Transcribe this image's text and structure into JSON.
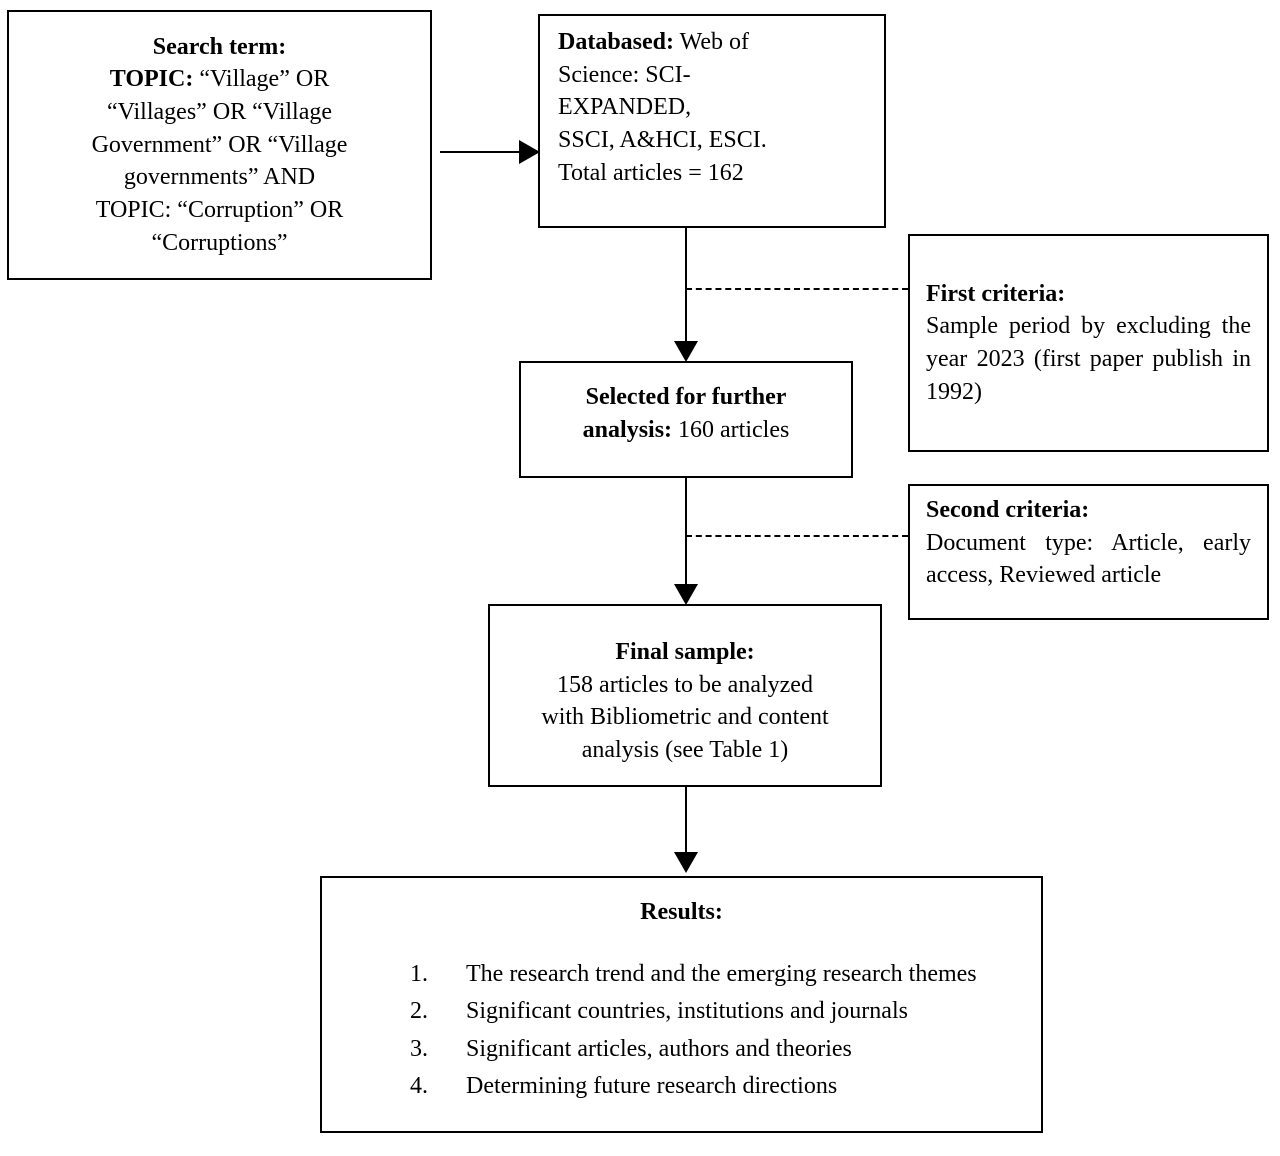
{
  "diagram": {
    "title": "Article selection flow diagram",
    "nodes": {
      "search_term": {
        "heading": "Search term:",
        "lines": [
          "TOPIC: “Village” OR",
          "“Villages” OR “Village",
          "Government” OR “Village",
          "governments” AND",
          "TOPIC: “Corruption” OR",
          "“Corruptions”"
        ],
        "bold_prefix": "TOPIC:"
      },
      "database": {
        "heading": "Databased:",
        "lines": [
          " Web of",
          "Science: SCI-",
          "EXPANDED,",
          "SSCI, A&HCI, ESCI.",
          "Total articles = 162"
        ],
        "total_articles": 162
      },
      "first_criteria": {
        "heading": "First criteria:",
        "body": "Sample period by excluding the year 2023 (first paper publish in 1992)",
        "excluded_year": 2023,
        "first_paper_year": 1992
      },
      "selected": {
        "heading": "Selected for further",
        "line2_bold": "analysis:",
        "line2_rest": " 160 articles",
        "article_count": 160
      },
      "second_criteria": {
        "heading": "Second criteria:",
        "body": "Document type: Article, early access, Reviewed article"
      },
      "final_sample": {
        "heading": "Final sample:",
        "lines": [
          "158 articles to be analyzed",
          "with Bibliometric  and content",
          "analysis (see Table 1)"
        ],
        "article_count": 158
      },
      "results": {
        "heading": "Results:",
        "items": [
          "The research trend and the emerging research themes",
          "Significant countries, institutions and journals",
          "Significant articles, authors and theories",
          "Determining future research directions"
        ]
      }
    },
    "connectors": [
      {
        "name": "search-term-to-database",
        "style": "solid-arrow",
        "direction": "right"
      },
      {
        "name": "database-to-selected",
        "style": "solid-arrow",
        "direction": "down"
      },
      {
        "name": "first-criteria-link",
        "style": "dashed",
        "direction": "right"
      },
      {
        "name": "selected-to-final-sample",
        "style": "solid-arrow",
        "direction": "down"
      },
      {
        "name": "second-criteria-link",
        "style": "dashed",
        "direction": "right"
      },
      {
        "name": "final-sample-to-results",
        "style": "solid-arrow",
        "direction": "down"
      }
    ],
    "colors": {
      "stroke": "#000000",
      "background": "#ffffff",
      "text": "#000000"
    }
  }
}
